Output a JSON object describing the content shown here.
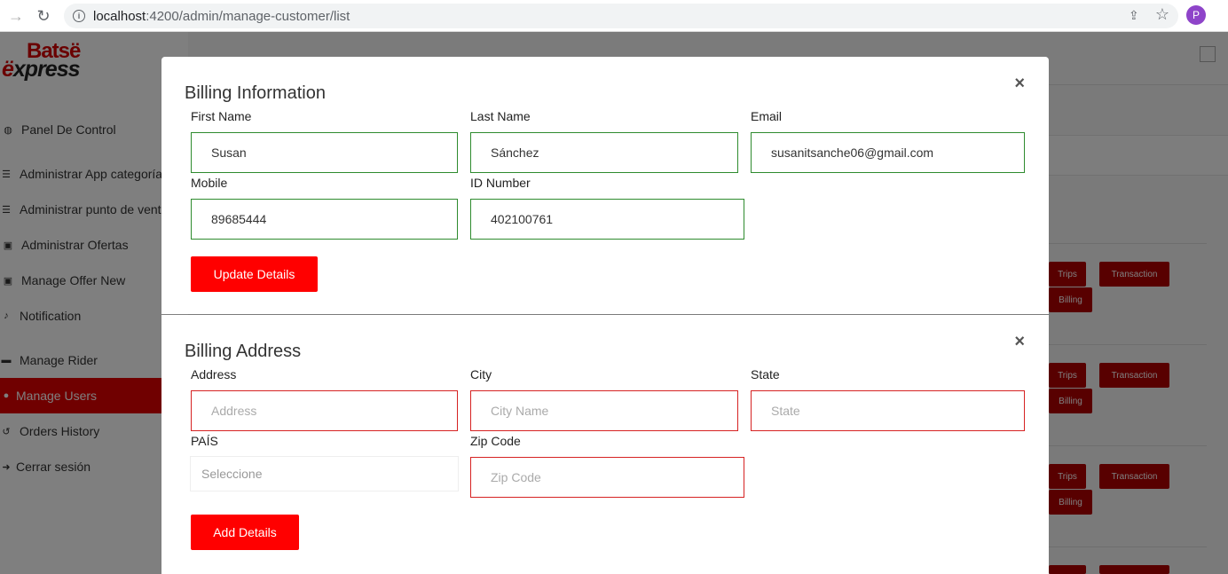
{
  "browser": {
    "url_host": "localhost",
    "url_path": ":4200/admin/manage-customer/list",
    "profile_initial": "P"
  },
  "logo": {
    "top": "Batsë",
    "bottom_accent": "ë",
    "bottom_rest": "xpress"
  },
  "sidebar": {
    "items": [
      {
        "label": "Panel De Control",
        "icon": "dashboard-icon"
      },
      {
        "label": "Administrar App categorías",
        "icon": "list-icon"
      },
      {
        "label": "Administrar punto de venta",
        "icon": "list-icon"
      },
      {
        "label": "Administrar Ofertas",
        "icon": "ticket-icon"
      },
      {
        "label": "Manage Offer New",
        "icon": "ticket-icon"
      },
      {
        "label": "Notification",
        "icon": "bell-icon"
      },
      {
        "label": "Manage Rider",
        "icon": "car-icon"
      },
      {
        "label": "Manage Users",
        "icon": "user-icon"
      },
      {
        "label": "Orders History",
        "icon": "history-icon"
      },
      {
        "label": "Cerrar sesión",
        "icon": "logout-icon"
      }
    ]
  },
  "background_table": {
    "trips_label": "Trips",
    "transaction_label": "Transaction",
    "billing_label": "Billing"
  },
  "billing_info": {
    "title": "Billing Information",
    "first_name_label": "First Name",
    "first_name_value": "Susan",
    "last_name_label": "Last Name",
    "last_name_value": "Sánchez",
    "email_label": "Email",
    "email_value": "susanitsanche06@gmail.com",
    "mobile_label": "Mobile",
    "mobile_value": "89685444",
    "id_label": "ID Number",
    "id_value": "402100761",
    "update_button": "Update Details"
  },
  "billing_address": {
    "title": "Billing Address",
    "address_label": "Address",
    "address_placeholder": "Address",
    "city_label": "City",
    "city_placeholder": "City Name",
    "state_label": "State",
    "state_placeholder": "State",
    "country_label": "PAÍS",
    "country_selected": "Seleccione",
    "zip_label": "Zip Code",
    "zip_placeholder": "Zip Code",
    "add_button": "Add Details"
  },
  "close_symbol": "×",
  "colors": {
    "accent": "#ff0000",
    "valid_border": "#2e8b2e",
    "invalid_border": "#d62222",
    "active_menu": "#e00000"
  }
}
